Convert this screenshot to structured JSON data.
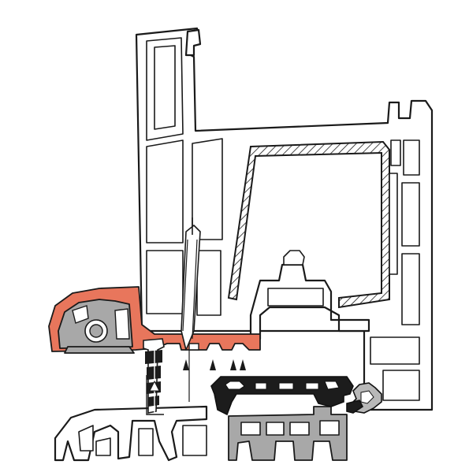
{
  "colors": {
    "background": "#ffffff",
    "outline": "#1a1a1a",
    "profile_fill": "#ffffff",
    "renovation_profile": "#e8765c",
    "grey_profile": "#a8a8a8",
    "gasket": "#1c1c1c"
  },
  "parts": [
    {
      "id": "window-sash-profile",
      "fill": "profile_fill"
    },
    {
      "id": "steel-reinforcement",
      "fill": "profile_fill"
    },
    {
      "id": "frame-profile",
      "fill": "profile_fill"
    },
    {
      "id": "renovation-cover-profile",
      "fill": "renovation_profile"
    },
    {
      "id": "anchor-clip",
      "fill": "grey_profile"
    },
    {
      "id": "base-sill-profile",
      "fill": "profile_fill"
    },
    {
      "id": "threshold-insert",
      "fill": "grey_profile"
    },
    {
      "id": "sealing-gasket",
      "fill": "gasket"
    },
    {
      "id": "fixing-screw",
      "fill": "profile_fill"
    },
    {
      "id": "anchor-dowel",
      "fill": "gasket"
    }
  ]
}
